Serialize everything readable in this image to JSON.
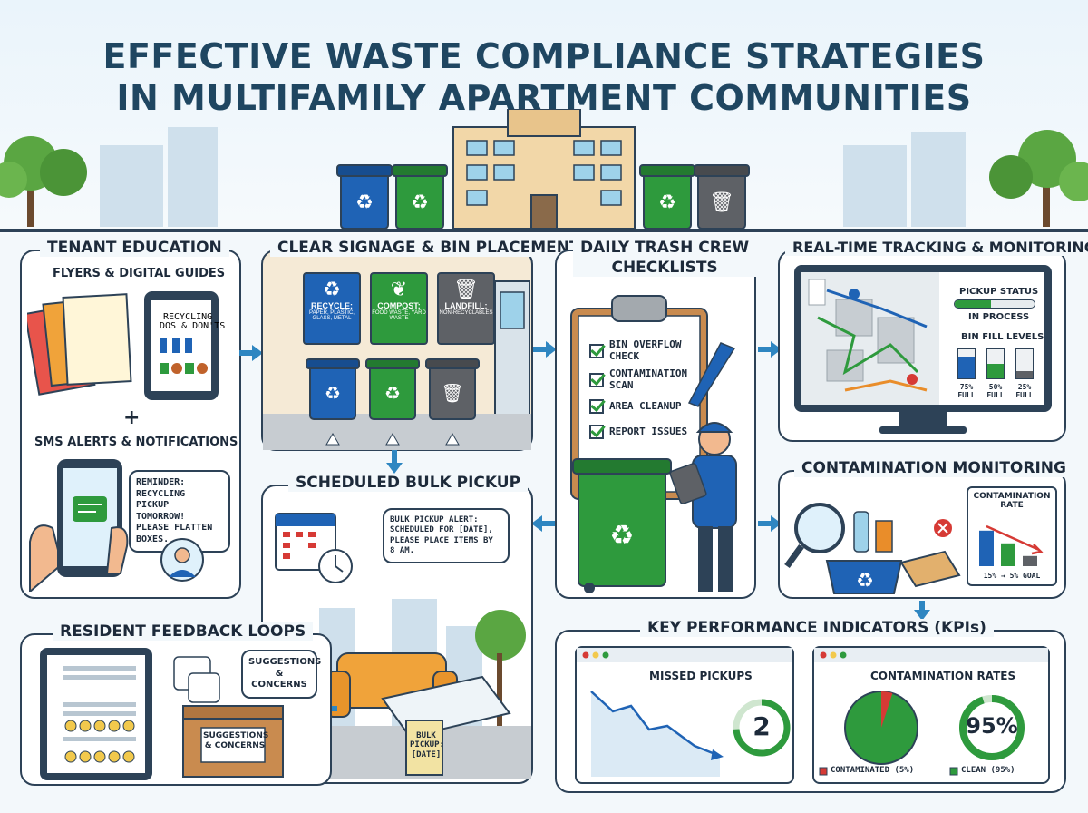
{
  "title": {
    "line1": "EFFECTIVE WASTE COMPLIANCE STRATEGIES",
    "line2": "IN MULTIFAMILY APARTMENT COMMUNITIES"
  },
  "tenant_education": {
    "title": "TENANT EDUCATION",
    "flyers_label": "FLYERS & DIGITAL GUIDES",
    "flyer_text": "RECYCLING DOS & DON'TS",
    "plus": "+",
    "sms_label": "SMS ALERTS & NOTIFICATIONS",
    "sms_bubble": "REMINDER: RECYCLING PICKUP TOMORROW! PLEASE FLATTEN BOXES."
  },
  "signage": {
    "title": "CLEAR SIGNAGE & BIN PLACEMENT",
    "signs": [
      {
        "name": "RECYCLE:",
        "sub": "PAPER, PLASTIC, GLASS, METAL",
        "color": "#1f63b5"
      },
      {
        "name": "COMPOST:",
        "sub": "FOOD WASTE, YARD WASTE",
        "color": "#2e9a3d"
      },
      {
        "name": "LANDFILL:",
        "sub": "NON-RECYCLABLES",
        "color": "#5e6166"
      }
    ]
  },
  "checklist": {
    "title_line1": "DAILY TRASH CREW",
    "title_line2": "CHECKLISTS",
    "items": [
      "BIN OVERFLOW CHECK",
      "CONTAMINATION SCAN",
      "AREA CLEANUP",
      "REPORT ISSUES"
    ]
  },
  "tracking": {
    "title": "REAL-TIME TRACKING & MONITORING",
    "pickup_status_label": "PICKUP STATUS",
    "pickup_status_value": "IN PROCESS",
    "pickup_progress": 0.45,
    "bin_fill_label": "BIN FILL LEVELS",
    "bins": [
      {
        "label": "75% FULL",
        "fill": 0.75,
        "color": "#1f63b5"
      },
      {
        "label": "50% FULL",
        "fill": 0.5,
        "color": "#2e9a3d"
      },
      {
        "label": "25% FULL",
        "fill": 0.25,
        "color": "#5e6166"
      }
    ]
  },
  "bulk_pickup": {
    "title": "SCHEDULED BULK PICKUP",
    "alert": "BULK PICKUP ALERT: SCHEDULED FOR [DATE], PLEASE PLACE ITEMS BY 8 AM.",
    "tag": "BULK PICKUP: [DATE]"
  },
  "contamination": {
    "title": "CONTAMINATION MONITORING",
    "rate_title": "CONTAMINATION RATE",
    "goal": "15% → 5% GOAL",
    "bars": [
      0.7,
      0.45,
      0.2
    ]
  },
  "feedback": {
    "title": "RESIDENT FEEDBACK LOOPS",
    "bubble": "SUGGESTIONS & CONCERNS",
    "box_label": "SUGGESTIONS & CONCERNS"
  },
  "kpis": {
    "title": "KEY PERFORMANCE INDICATORS (KPIs)",
    "missed": {
      "title": "MISSED PICKUPS",
      "value": "2"
    },
    "contam": {
      "title": "CONTAMINATION RATES",
      "value": "95%",
      "legend_contaminated": "CONTAMINATED (5%)",
      "legend_clean": "CLEAN (95%)",
      "clean_fraction": 0.95
    }
  },
  "colors": {
    "blue": "#1f63b5",
    "green": "#2e9a3d",
    "gray": "#5e6166",
    "red": "#d63a35",
    "outline": "#2d4257",
    "arrow": "#2e86c1"
  }
}
